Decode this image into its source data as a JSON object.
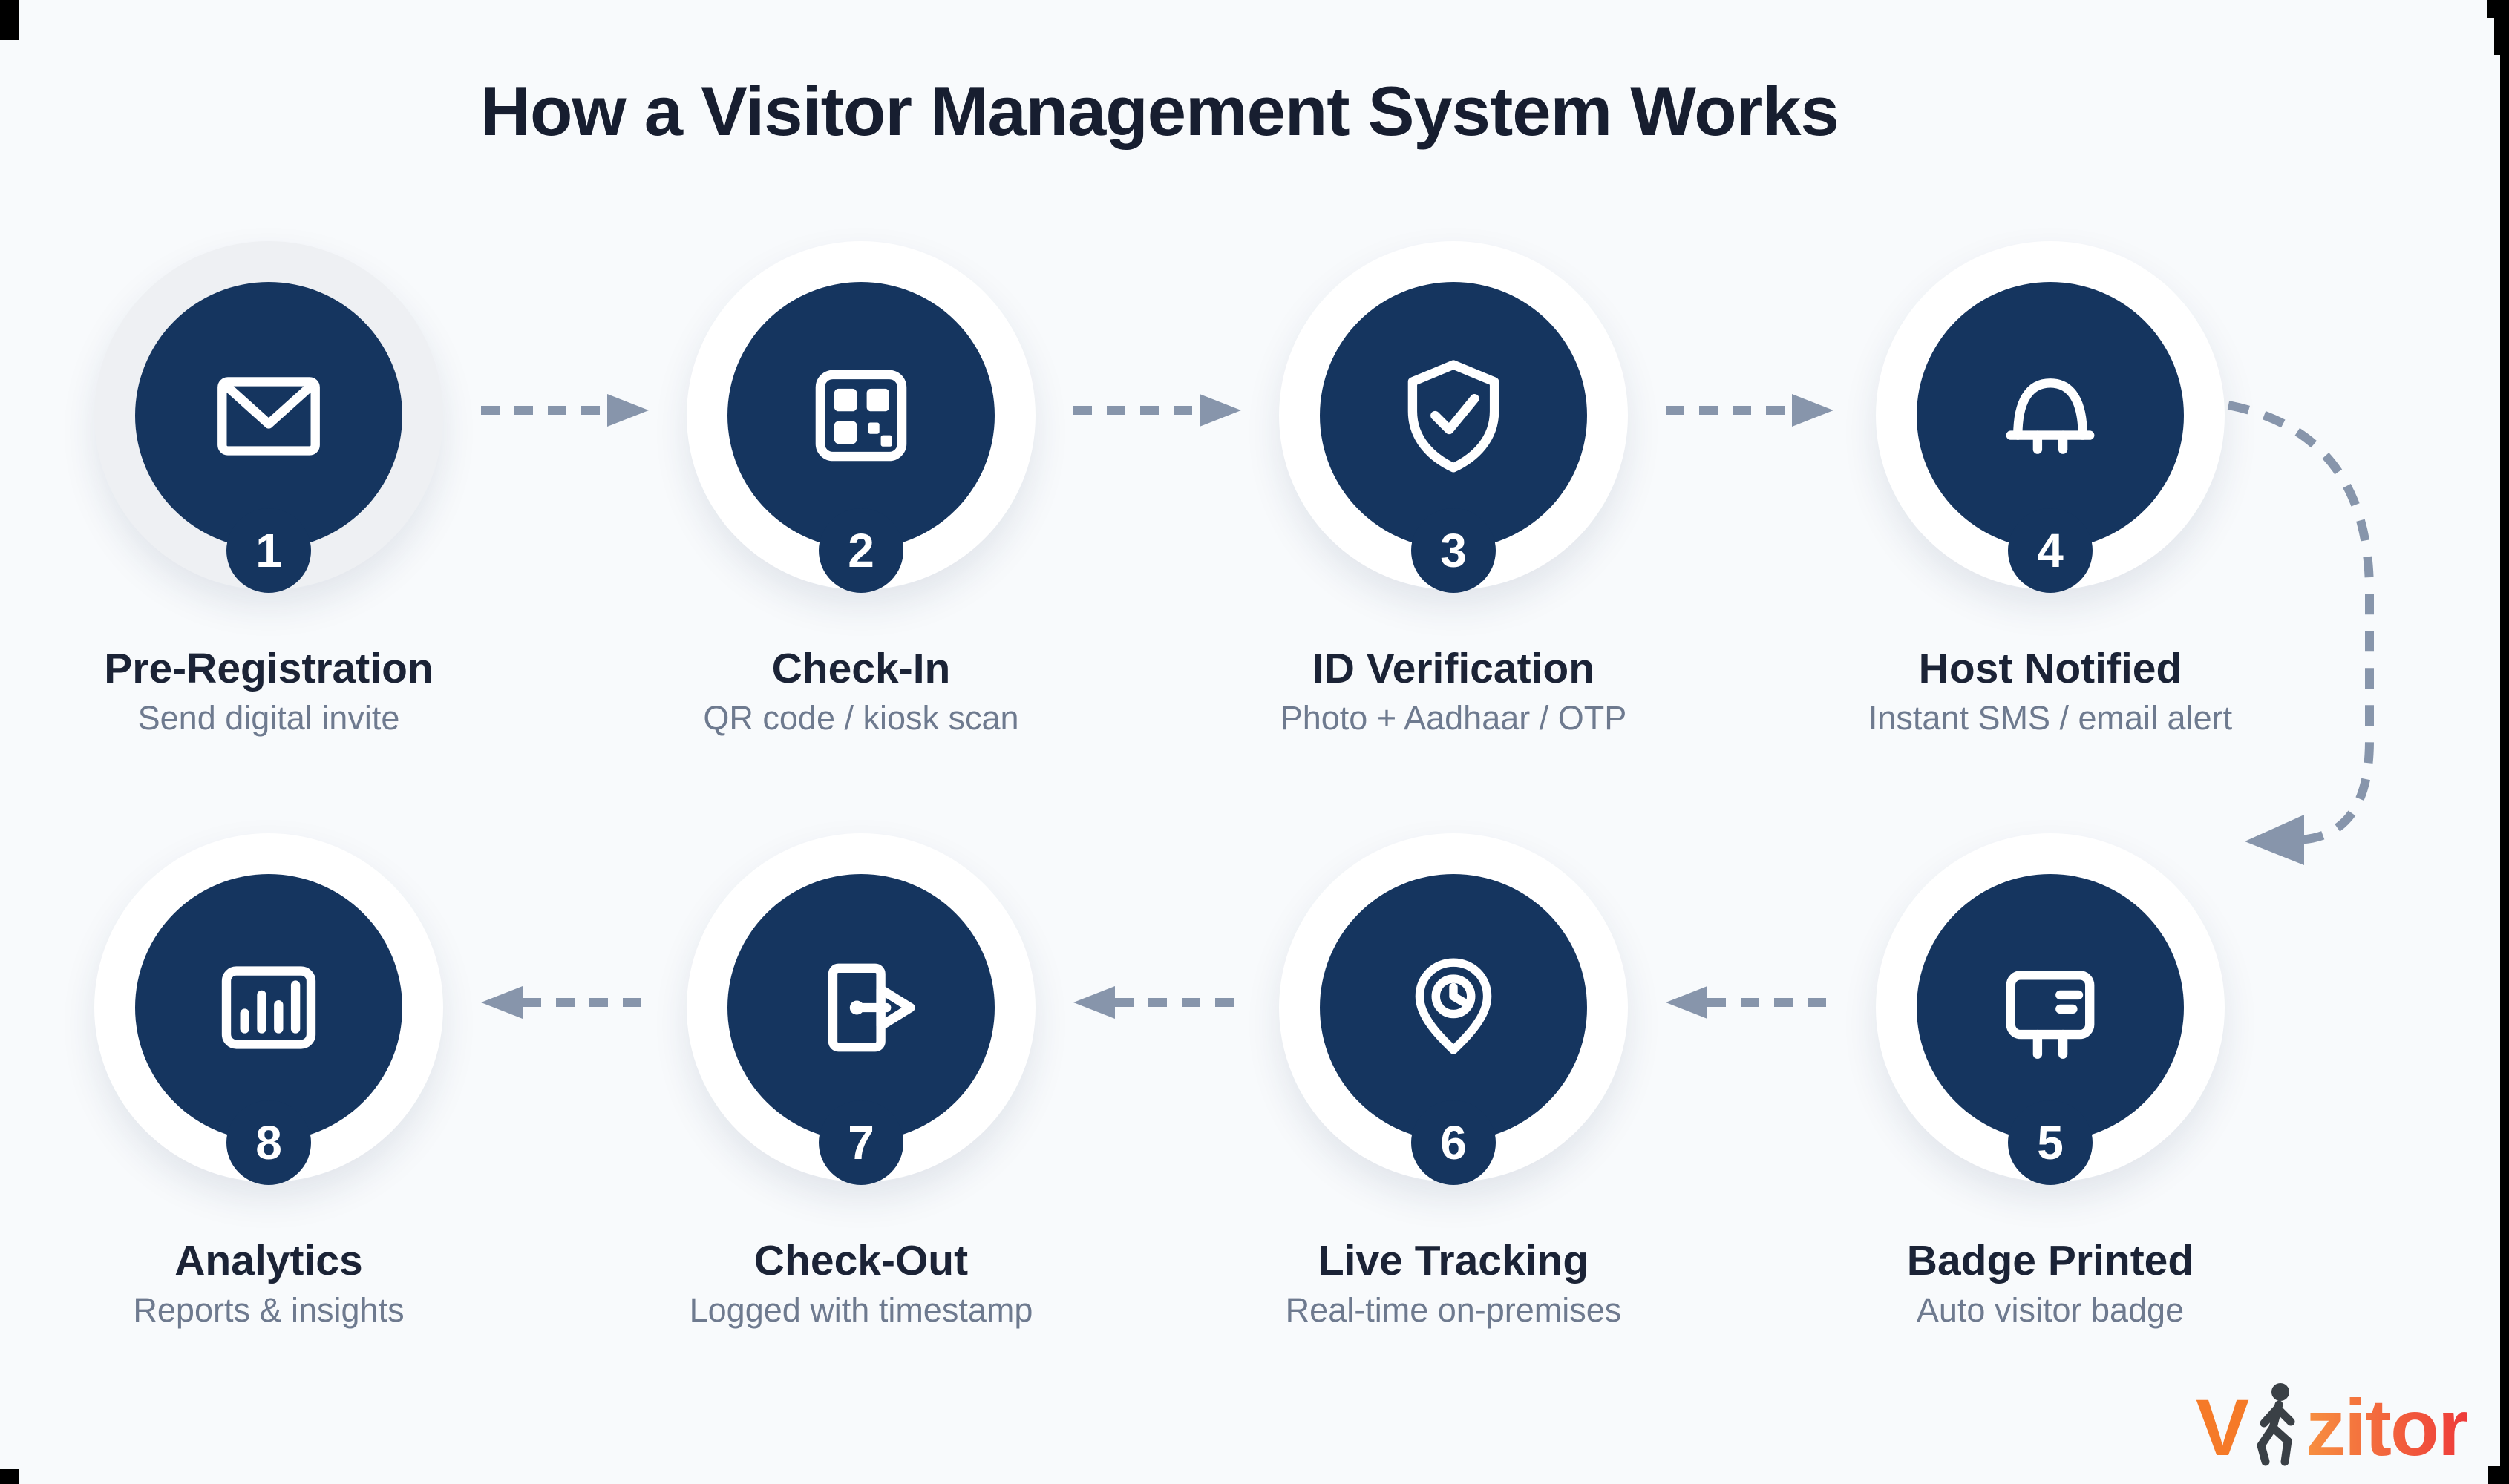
{
  "title": "How a Visitor Management System Works",
  "steps": [
    {
      "number": "1",
      "title": "Pre-Registration",
      "subtitle": "Send digital invite",
      "icon": "envelope-icon"
    },
    {
      "number": "2",
      "title": "Check-In",
      "subtitle": "QR code / kiosk scan",
      "icon": "qr-code-icon"
    },
    {
      "number": "3",
      "title": "ID Verification",
      "subtitle": "Photo + Aadhaar / OTP",
      "icon": "shield-check-icon"
    },
    {
      "number": "4",
      "title": "Host Notified",
      "subtitle": "Instant SMS / email alert",
      "icon": "bell-icon"
    },
    {
      "number": "5",
      "title": "Badge Printed",
      "subtitle": "Auto visitor badge",
      "icon": "badge-card-icon"
    },
    {
      "number": "6",
      "title": "Live Tracking",
      "subtitle": "Real-time on-premises",
      "icon": "location-pin-clock-icon"
    },
    {
      "number": "7",
      "title": "Check-Out",
      "subtitle": "Logged with timestamp",
      "icon": "door-exit-icon"
    },
    {
      "number": "8",
      "title": "Analytics",
      "subtitle": "Reports & insights",
      "icon": "bar-chart-icon"
    }
  ],
  "flow": {
    "row1_direction": "right",
    "row2_direction": "left"
  },
  "logo": {
    "prefix": "V",
    "suffix": "zitor"
  },
  "colors": {
    "background": "#f8fafc",
    "circle_navy": "#15355f",
    "arrow_gray_blue": "#8795ab",
    "title_dark": "#171e30",
    "subtitle_gray": "#6e7a8f",
    "logo_orange": "#f57a28",
    "logo_red": "#ee3a3a"
  }
}
